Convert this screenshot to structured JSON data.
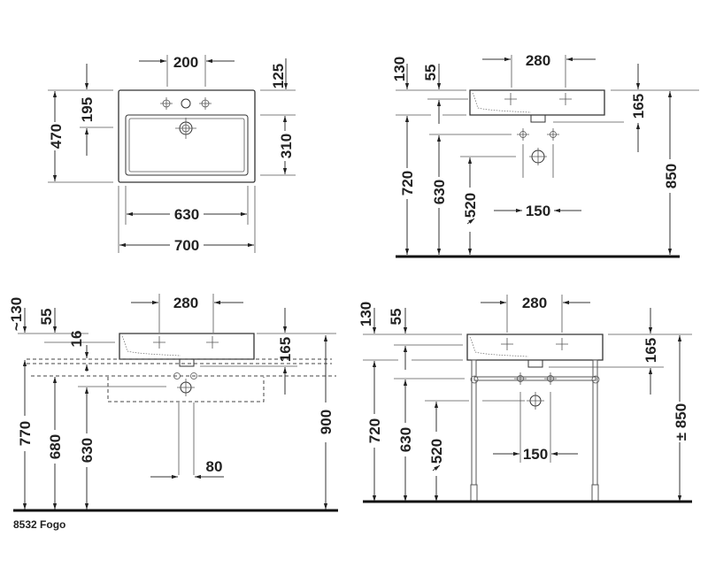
{
  "caption": "8532 Fogo",
  "views": {
    "top": {
      "dims": {
        "d200": "200",
        "d125": "125",
        "d195": "195",
        "d470": "470",
        "d310": "310",
        "d630": "630",
        "d700": "700"
      }
    },
    "side_wall": {
      "dims": {
        "d280": "280",
        "d130": "130",
        "d55": "55",
        "d165": "165",
        "d720": "720",
        "d630": "630",
        "d520": "520",
        "d150": "150",
        "d850": "850"
      }
    },
    "side_furniture": {
      "dims": {
        "d280": "280",
        "d130": "~130",
        "d55": "55",
        "d16": "16",
        "d165": "165",
        "d770": "770",
        "d680": "680",
        "d630": "630",
        "d80": "80",
        "d900": "900"
      }
    },
    "side_stand": {
      "dims": {
        "d280": "280",
        "d130": "130",
        "d55": "55",
        "d165": "165",
        "d720": "720",
        "d630": "630",
        "d520": "520",
        "d150": "150",
        "d850": "± 850"
      }
    }
  }
}
